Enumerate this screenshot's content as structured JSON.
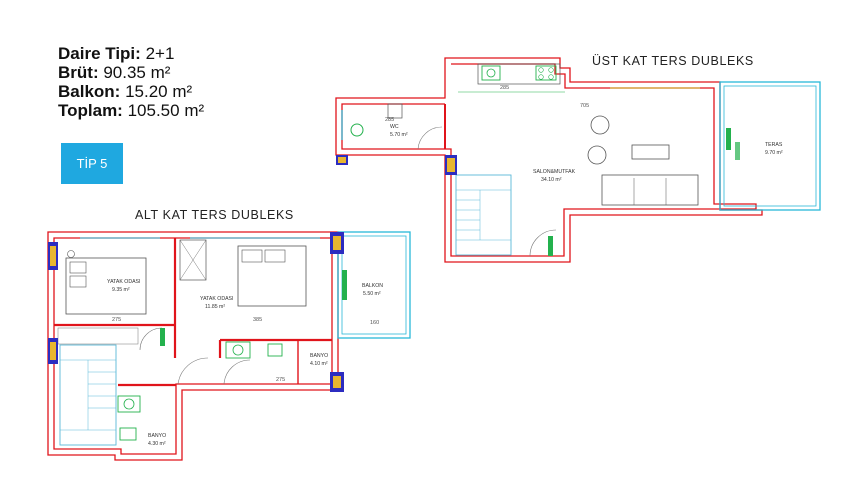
{
  "info": {
    "type_label": "Daire Tipi:",
    "type_value": "2+1",
    "gross_label": "Brüt:",
    "gross_value": "90.35 m²",
    "balcony_label": "Balkon:",
    "balcony_value": "15.20 m²",
    "total_label": "Toplam:",
    "total_value": "105.50 m²"
  },
  "badge": "TİP 5",
  "upper": {
    "title": "ÜST KAT TERS DUBLEKS",
    "wc_name": "WC",
    "wc_area": "5.70 m²",
    "wc_dim": "285",
    "salon_name": "SALON&MUTFAK",
    "salon_area": "34.10 m²",
    "teras_name": "TERAS",
    "teras_area": "9.70 m²",
    "dim_top": "285",
    "dim_salon": "705"
  },
  "lower": {
    "title": "ALT KAT TERS DUBLEKS",
    "bed1_name": "YATAK ODASI",
    "bed1_area": "9.35 m²",
    "bed1_dim": "275",
    "bed2_name": "YATAK ODASI",
    "bed2_area": "11.85 m²",
    "bed2_dim": "385",
    "balkon_name": "BALKON",
    "balkon_area": "5.50 m²",
    "balkon_dim": "160",
    "bath1_name": "BANYO",
    "bath1_area": "4.10 m²",
    "bath1_dim": "275",
    "bath2_name": "BANYO",
    "bath2_area": "4.30 m²"
  },
  "colors": {
    "wall": "#e0141b",
    "window": "#28b8d8",
    "door_green": "#23b14d",
    "badge": "#1fa8e0",
    "shaft": "#2c2cc0",
    "stair": "#5ab8d8"
  }
}
